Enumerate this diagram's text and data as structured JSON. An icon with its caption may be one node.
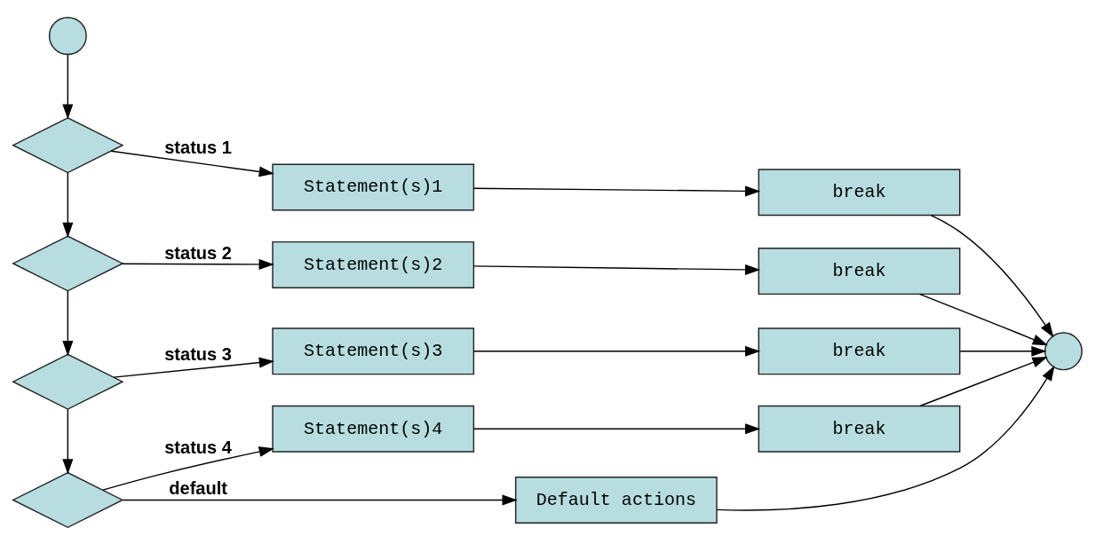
{
  "diagram": {
    "nodes": [
      {
        "text": [],
        "shape": "circle"
      },
      {
        "text": [],
        "shape": "diamond"
      },
      {
        "text": [
          "Statement(s)1"
        ]
      },
      {
        "text": [
          "break"
        ]
      },
      {
        "text": [],
        "shape": "diamond"
      },
      {
        "text": [
          "Statement(s)2"
        ]
      },
      {
        "text": [
          "break"
        ]
      },
      {
        "text": [],
        "shape": "diamond"
      },
      {
        "text": [
          "Statement(s)3"
        ]
      },
      {
        "text": [
          "break"
        ]
      },
      {
        "text": [],
        "shape": "diamond"
      },
      {
        "text": [
          "Statement(s)4"
        ]
      },
      {
        "text": [
          "break"
        ]
      },
      {
        "text": [
          "Default actions"
        ]
      },
      {
        "text": [],
        "shape": "circle"
      }
    ],
    "edges": [
      {
        "from": 0,
        "to": 1,
        "arrow": "to"
      },
      {
        "from": 1,
        "to": 2,
        "label": "status 1",
        "arrow": "to"
      },
      {
        "from": 2,
        "to": 3,
        "arrow": "to"
      },
      {
        "from": 3,
        "to": 14,
        "arrow": "to"
      },
      {
        "from": 1,
        "to": 4,
        "arrow": "to"
      },
      {
        "from": 4,
        "to": 5,
        "label": "status 2",
        "arrow": "to"
      },
      {
        "from": 5,
        "to": 6,
        "arrow": "to"
      },
      {
        "from": 6,
        "to": 14,
        "arrow": "to"
      },
      {
        "from": 4,
        "to": 7,
        "arrow": "to"
      },
      {
        "from": 7,
        "to": 8,
        "label": "status 3",
        "arrow": "to"
      },
      {
        "from": 8,
        "to": 9,
        "arrow": "to"
      },
      {
        "from": 9,
        "to": 14,
        "arrow": "to"
      },
      {
        "from": 7,
        "to": 10,
        "arrow": "to"
      },
      {
        "from": 10,
        "to": 11,
        "label": "status 4",
        "arrow": "to"
      },
      {
        "from": 11,
        "to": 12,
        "arrow": "to"
      },
      {
        "from": 12,
        "to": 14,
        "arrow": "to"
      },
      {
        "from": 10,
        "to": 13,
        "label": "default",
        "arrow": "to"
      },
      {
        "from": 13,
        "to": 14,
        "arrow": "to"
      }
    ]
  }
}
